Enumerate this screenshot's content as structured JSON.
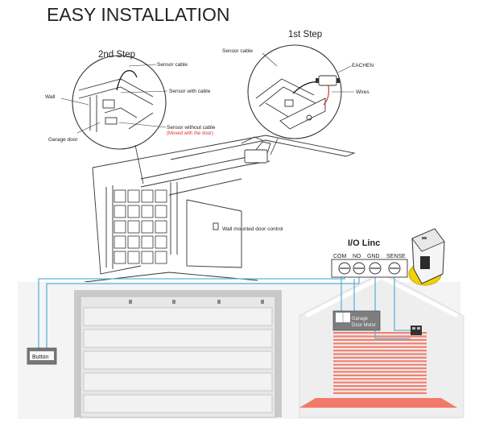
{
  "page_title": "EASY INSTALLATION",
  "steps": {
    "second": "2nd Step",
    "first": "1st Step"
  },
  "callouts_step2": {
    "sensor_cable": "Sensor cable",
    "sensor_with_cable": "Sensor with cable",
    "wall": "Wall",
    "garage_door": "Garage door",
    "sensor_without_cable": "Sensor without cable",
    "moved_with_door": "(Moved with the door)"
  },
  "callouts_step1": {
    "sensor_cable": "Sensor cable",
    "brand": "EACHEN",
    "wires": "Wires"
  },
  "wall_control_label": "Wall mounted door control",
  "io": {
    "title": "I/O Linc",
    "terminals": [
      "COM",
      "NO",
      "GND",
      "SENSE"
    ]
  },
  "button_label": "Button",
  "motor_label_line1": "Garage",
  "motor_label_line2": "Door Motor",
  "colors": {
    "wire": "#5fb3d6",
    "alert": "#e03030",
    "beam": "#f26b5b"
  }
}
